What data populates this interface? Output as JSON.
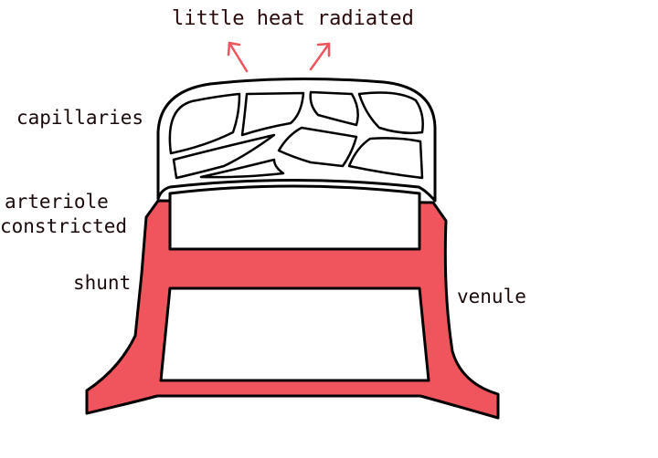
{
  "labels": {
    "title": "little heat radiated",
    "capillaries": "capillaries",
    "arteriole_line1": "arteriole",
    "arteriole_line2": "constricted",
    "shunt": "shunt",
    "venule": "venule"
  },
  "colors": {
    "vessel_red": "#f0545c",
    "capillary_outline": "#000000",
    "arrow": "#f0545c",
    "text": "#1a0a0a"
  }
}
